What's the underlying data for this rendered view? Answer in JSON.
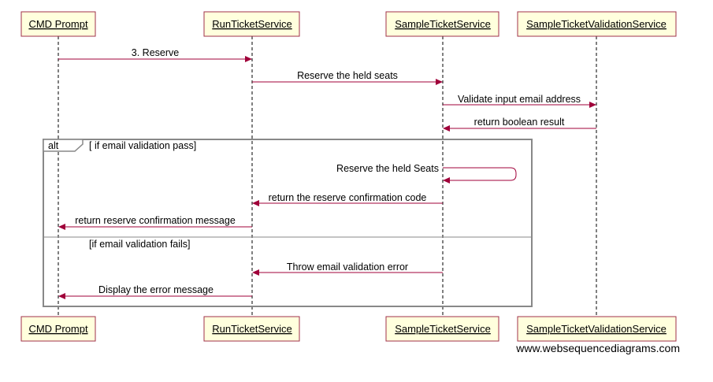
{
  "actors": [
    {
      "id": "cmd",
      "label": "CMD Prompt"
    },
    {
      "id": "run",
      "label": "RunTicketService"
    },
    {
      "id": "sample",
      "label": "SampleTicketService"
    },
    {
      "id": "validation",
      "label": "SampleTicketValidationService"
    }
  ],
  "messages": [
    {
      "label": "3. Reserve",
      "from": "cmd",
      "to": "run"
    },
    {
      "label": "Reserve the held seats",
      "from": "run",
      "to": "sample"
    },
    {
      "label": "Validate input email address",
      "from": "sample",
      "to": "validation"
    },
    {
      "label": "return boolean result",
      "from": "validation",
      "to": "sample"
    },
    {
      "label": "Reserve the held Seats",
      "from": "sample",
      "to": "sample"
    },
    {
      "label": "return the reserve confirmation code",
      "from": "sample",
      "to": "run"
    },
    {
      "label": "return reserve confirmation message",
      "from": "run",
      "to": "cmd"
    },
    {
      "label": "Throw email validation error",
      "from": "sample",
      "to": "run"
    },
    {
      "label": "Display the error message",
      "from": "run",
      "to": "cmd"
    }
  ],
  "alt_frame": {
    "tag": "alt",
    "condition_pass": "[ if email validation pass]",
    "condition_fail": "[if email validation fails]"
  },
  "watermark": "www.websequencediagrams.com",
  "colors": {
    "message": "#a0003a",
    "actor_fill": "#ffffdd",
    "actor_border": "#a0304a",
    "frame": "#888888"
  }
}
